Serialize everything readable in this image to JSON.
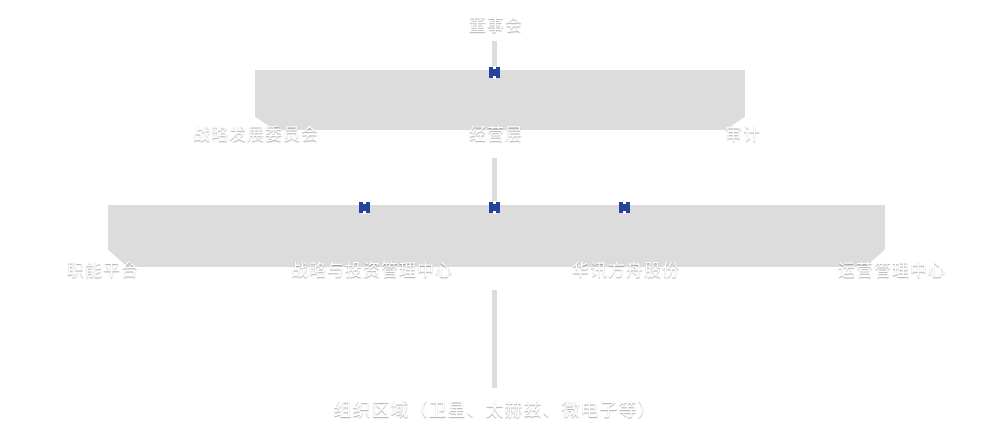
{
  "diagram": {
    "title": "组织架构图",
    "type": "org-chart",
    "colors": {
      "node_top": "#26407a",
      "node_bottom": "#111f4f",
      "node_text": "#ffffff",
      "band": "#dcdcdc",
      "connector": "#dcdcdc",
      "marker": "#26449a",
      "background": "#ffffff"
    },
    "levels": [
      {
        "level": 1,
        "nodes": [
          {
            "id": "board",
            "label": "董事会"
          }
        ]
      },
      {
        "level": 2,
        "nodes": [
          {
            "id": "strategy-committee",
            "label": "战略发展委员会"
          },
          {
            "id": "management",
            "label": "经营层"
          },
          {
            "id": "audit",
            "label": "审计"
          }
        ]
      },
      {
        "level": 3,
        "nodes": [
          {
            "id": "functional-platform",
            "label": "职能平台"
          },
          {
            "id": "investment-center",
            "label": "战略与投资管理中心"
          },
          {
            "id": "huaxun-shares",
            "label": "华讯方舟股份"
          },
          {
            "id": "operations-center",
            "label": "运营管理中心"
          }
        ]
      },
      {
        "level": 4,
        "nodes": [
          {
            "id": "organization-regions",
            "label": "组织区域（卫星、太赫兹、微电子等）"
          }
        ]
      }
    ]
  }
}
